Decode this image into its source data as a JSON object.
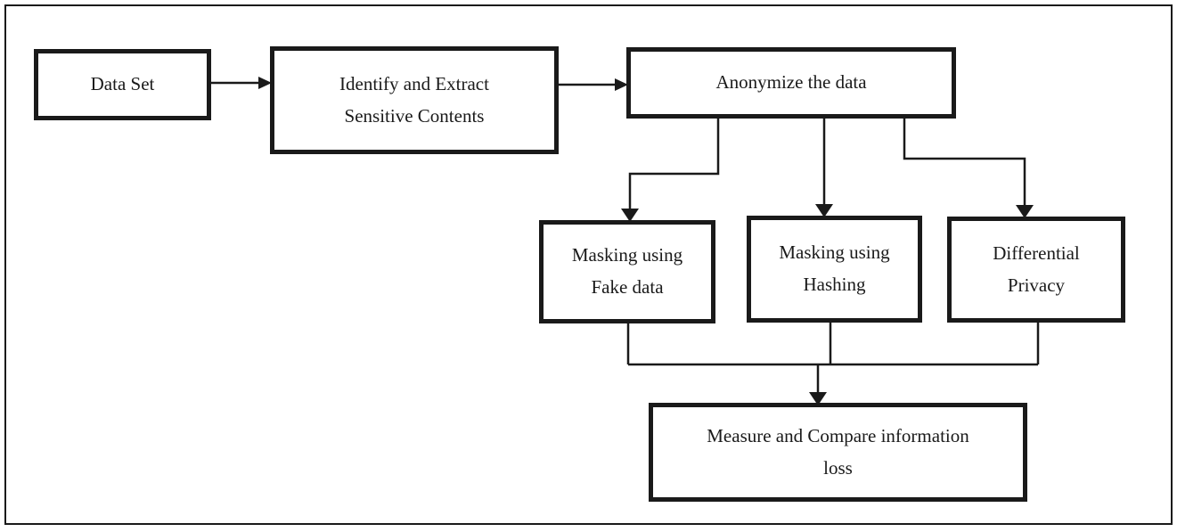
{
  "diagram": {
    "type": "flowchart",
    "background": "#ffffff",
    "stroke_color": "#1a1a1a",
    "nodes": {
      "data_set": {
        "label": "Data Set"
      },
      "identify": {
        "label": "Identify and Extract\nSensitive Contents"
      },
      "anonymize": {
        "label": "Anonymize the data"
      },
      "masking_fake": {
        "label": "Masking using\nFake data"
      },
      "masking_hash": {
        "label": "Masking using\nHashing"
      },
      "diff_privacy": {
        "label": "Differential\nPrivacy"
      },
      "measure": {
        "label": "Measure and Compare information\nloss"
      }
    },
    "edges": [
      {
        "from": "data_set",
        "to": "identify"
      },
      {
        "from": "identify",
        "to": "anonymize"
      },
      {
        "from": "anonymize",
        "to": "masking_fake"
      },
      {
        "from": "anonymize",
        "to": "masking_hash"
      },
      {
        "from": "anonymize",
        "to": "diff_privacy"
      },
      {
        "from": "masking_fake",
        "to": "measure"
      },
      {
        "from": "masking_hash",
        "to": "measure"
      },
      {
        "from": "diff_privacy",
        "to": "measure"
      }
    ]
  }
}
